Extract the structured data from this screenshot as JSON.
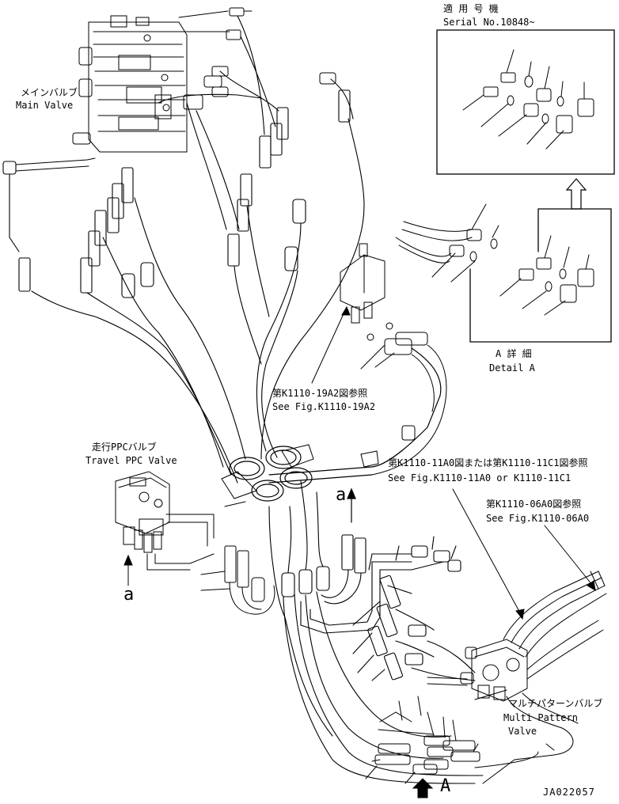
{
  "labels": {
    "applicable_serial_jp": "適 用 号 機",
    "applicable_serial_en": "Serial No.10848~",
    "main_valve_jp": "メインバルブ",
    "main_valve_en": "Main Valve",
    "detail_a_jp": "A 詳 細",
    "detail_a_en": "Detail A",
    "fig_19a2_jp": "第K1110-19A2図参照",
    "fig_19a2_en": "See Fig.K1110-19A2",
    "travel_ppc_jp": "走行PPCバルブ",
    "travel_ppc_en": "Travel PPC Valve",
    "fig_11a0_jp": "第K1110-11A0図または第K1110-11C1図参照",
    "fig_11a0_en": "See Fig.K1110-11A0 or K1110-11C1",
    "fig_06a0_jp": "第K1110-06A0図参照",
    "fig_06a0_en": "See Fig.K1110-06A0",
    "multi_pattern_jp": "マルチパターンバルブ",
    "multi_pattern_en_1": "Multi Pattern",
    "multi_pattern_en_2": "Valve",
    "view_a_upper": "a",
    "view_a_lower": "a",
    "view_A": "A",
    "drawing_number": "JA022057"
  }
}
